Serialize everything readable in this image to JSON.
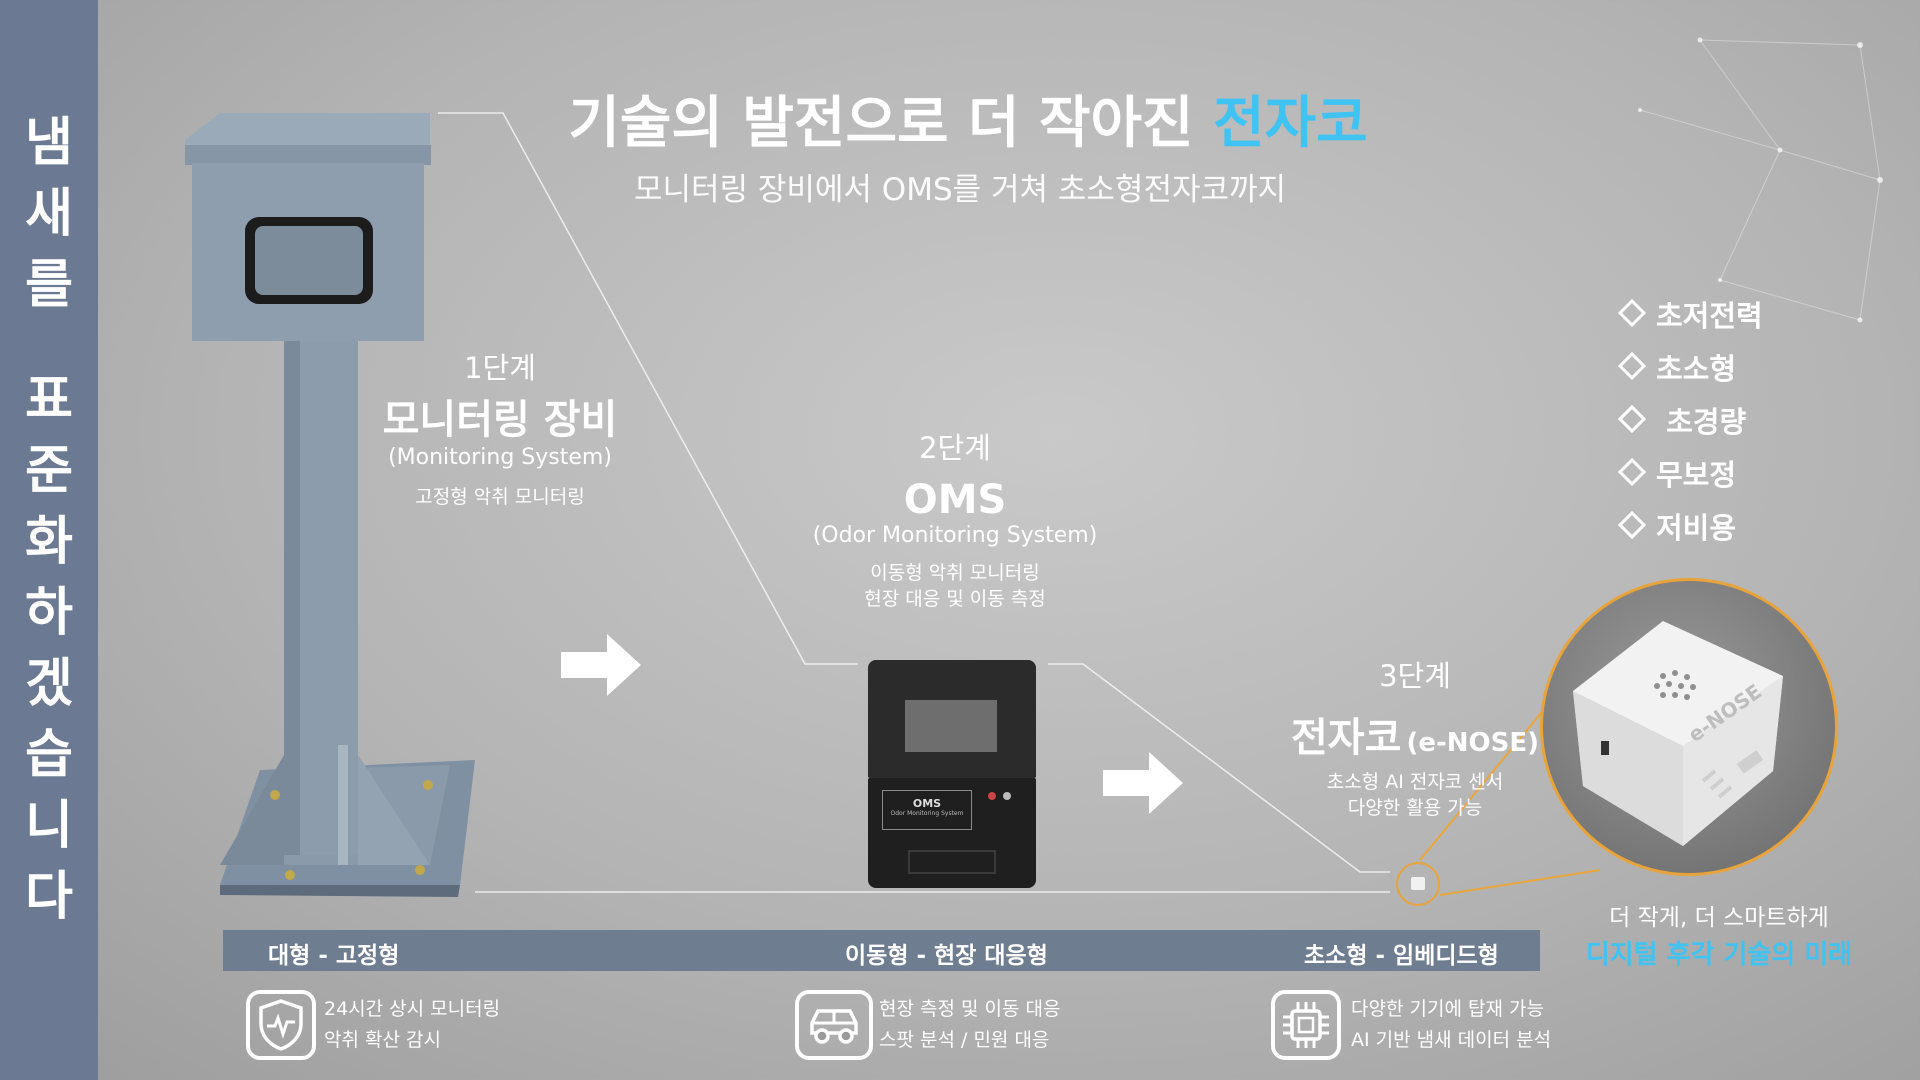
{
  "side_title": [
    "냄",
    "새",
    "를",
    "",
    "표",
    "준",
    "화",
    "하",
    "겠",
    "습",
    "니",
    "다"
  ],
  "title": {
    "main": "기술의 발전으로 더 작아진 ",
    "highlight": "전자코"
  },
  "subtitle": "모니터링 장비에서 OMS를 거쳐 초소형전자코까지",
  "stages": [
    {
      "num": "1단계",
      "name": "모니터링 장비",
      "en": "(Monitoring System)",
      "desc": [
        "고정형 악취 모니터링"
      ]
    },
    {
      "num": "2단계",
      "name": "OMS",
      "en": "(Odor Monitoring System)",
      "desc": [
        "이동형 악취 모니터링",
        "현장 대응 및 이동 측정"
      ]
    },
    {
      "num": "3단계",
      "name": "전자코",
      "en": "(e-NOSE)",
      "desc": [
        "초소형 AI 전자코 센서",
        "다양한 활용 가능"
      ]
    }
  ],
  "features": [
    "초저전력",
    "초소형",
    " 초경량",
    "무보정",
    "저비용"
  ],
  "device_labels": {
    "oms": "OMS",
    "oms_sub": "Odor Monitoring System",
    "enose": "e-NOSE"
  },
  "tagline": {
    "line1": "더 작게, 더 스마트하게",
    "line2": "디지털 후각 기술의 미래"
  },
  "categories": [
    "대형 - 고정형",
    "이동형 - 현장 대응형",
    "초소형 - 임베디드형"
  ],
  "bottom": [
    {
      "icon": "shield-heartbeat-icon",
      "lines": [
        "24시간 상시 모니터링",
        "악취 확산 감시"
      ]
    },
    {
      "icon": "car-icon",
      "lines": [
        "현장 측정 및 이동 대응",
        "스팟 분석 / 민원 대응"
      ]
    },
    {
      "icon": "chip-icon",
      "lines": [
        "다양한 기기에 탑재 가능",
        "AI 기반 냄새 데이터 분석"
      ]
    }
  ],
  "colors": {
    "accent": "#3ec3f2",
    "band": "#6b7a92",
    "bar": "#6f7d91",
    "ring": "#e8a33a"
  }
}
